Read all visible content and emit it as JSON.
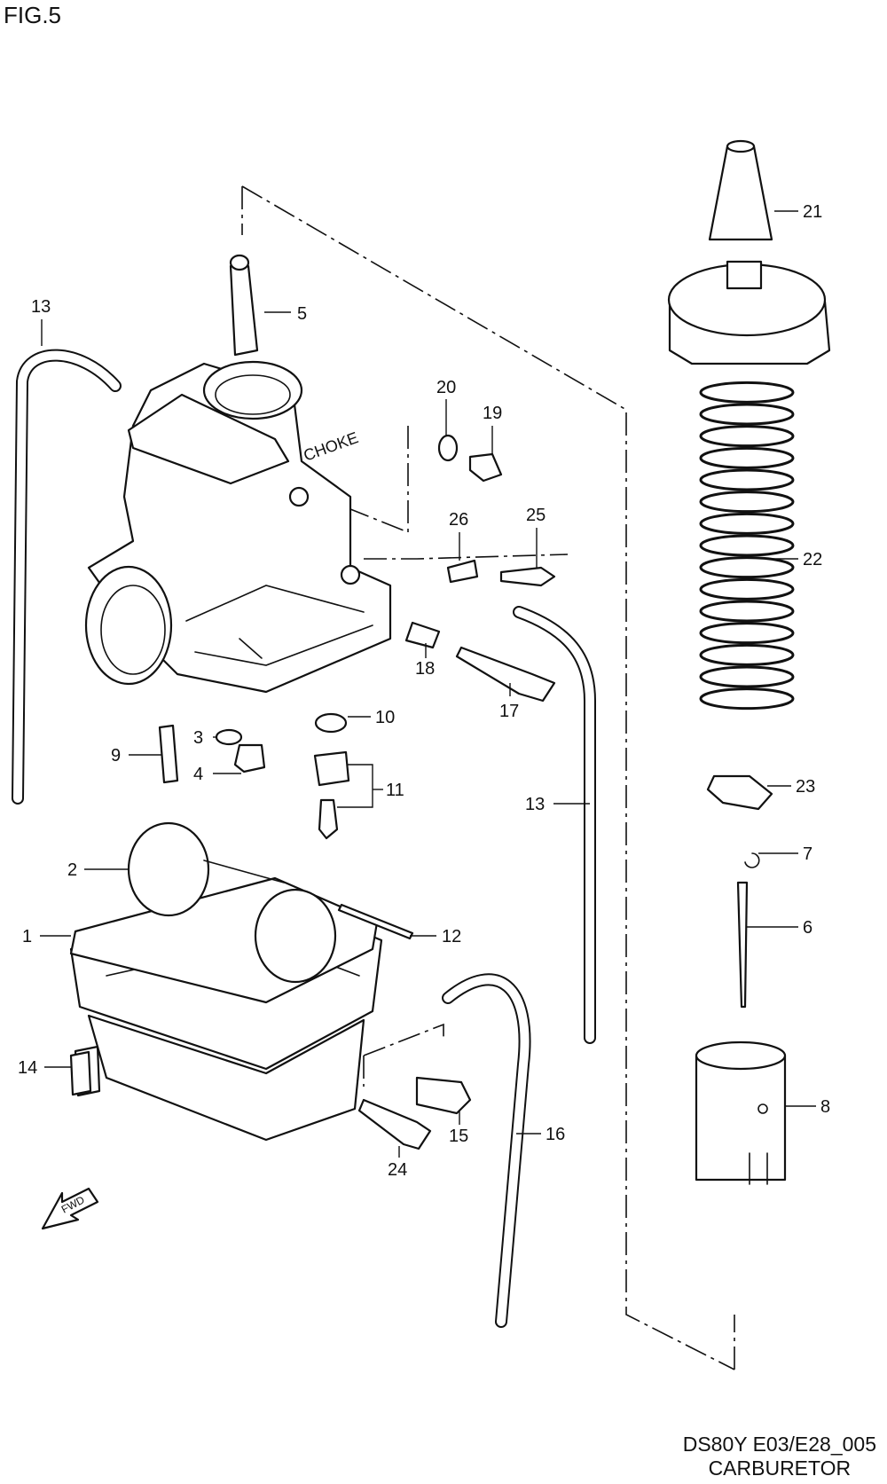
{
  "figure_label": "FIG.5",
  "footer": {
    "code": "DS80Y E03/E28_005",
    "title": "CARBURETOR"
  },
  "fwd_label": "FWD",
  "callouts": [
    "1",
    "2",
    "3",
    "4",
    "5",
    "6",
    "7",
    "8",
    "9",
    "10",
    "11",
    "12",
    "13",
    "13",
    "14",
    "15",
    "16",
    "17",
    "18",
    "19",
    "20",
    "21",
    "22",
    "23",
    "24",
    "25",
    "26"
  ]
}
